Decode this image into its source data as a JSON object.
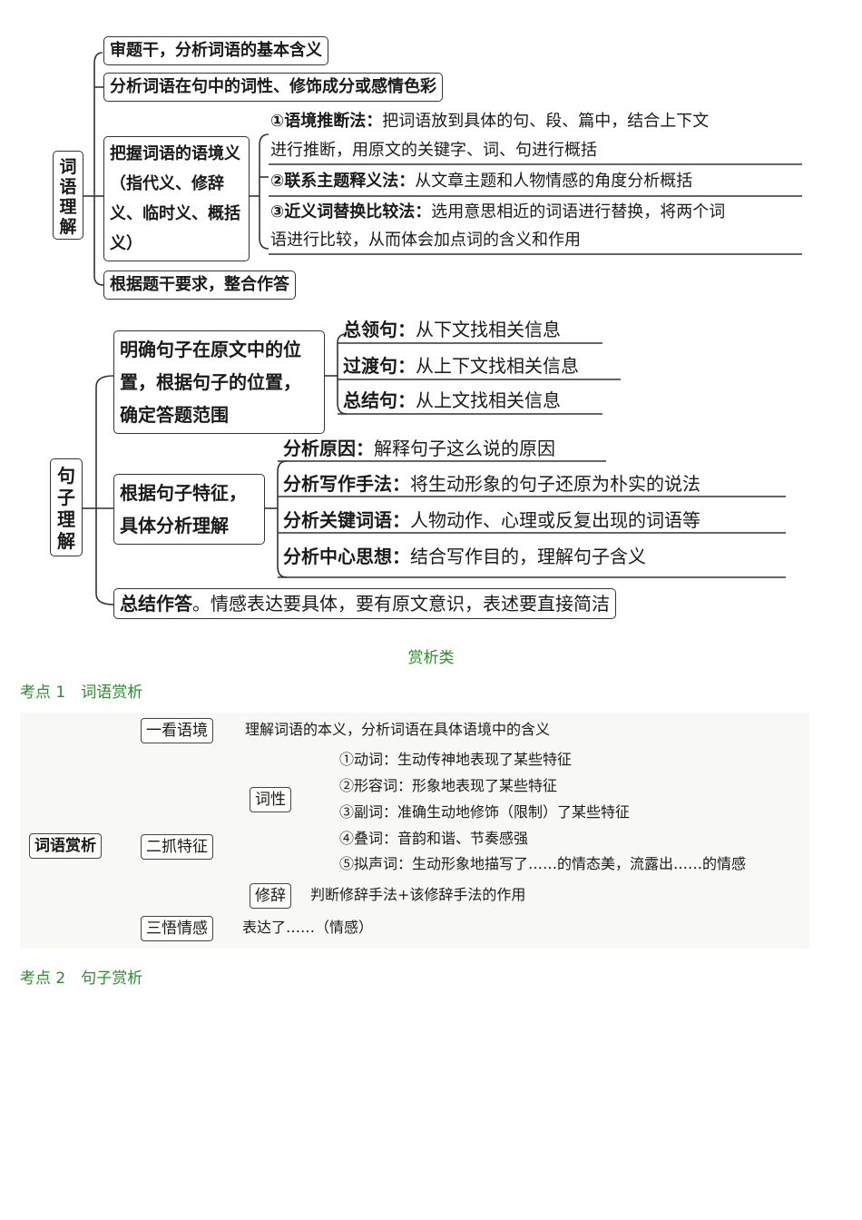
{
  "word_map": {
    "root": "词语理解",
    "step1": "审题干，分析词语的基本含义",
    "step2": "分析词语在句中的词性、修饰成分或感情色彩",
    "step3": "把握词语的语境义（指代义、修辞义、临时义、概括义）",
    "methods": [
      {
        "name": "①语境推断法：",
        "desc_line1": "把词语放到具体的句、段、篇中，结合上下文",
        "desc_line2": "进行推断，用原文的关键字、词、句进行概括"
      },
      {
        "name": "②联系主题释义法：",
        "desc_line1": "从文章主题和人物情感的角度分析概括",
        "desc_line2": ""
      },
      {
        "name": "③近义词替换比较法：",
        "desc_line1": "选用意思相近的词语进行替换，将两个词",
        "desc_line2": "语进行比较，从而体会加点词的含义和作用"
      }
    ],
    "step4": "根据题干要求，整合作答"
  },
  "sentence_map": {
    "root": "句子理解",
    "position_box": "明确句子在原文中的位置，根据句子的位置，确定答题范围",
    "position_leaves": [
      {
        "name": "总领句：",
        "desc": "从下文找相关信息"
      },
      {
        "name": "过渡句：",
        "desc": "从上下文找相关信息"
      },
      {
        "name": "总结句：",
        "desc": "从上文找相关信息"
      }
    ],
    "feature_box": "根据句子特征，具体分析理解",
    "feature_leaves": [
      {
        "name": "分析原因：",
        "desc": "解释句子这么说的原因"
      },
      {
        "name": "分析写作手法：",
        "desc": "将生动形象的句子还原为朴实的说法"
      },
      {
        "name": "分析关键词语：",
        "desc": "人物动作、心理或反复出现的词语等"
      },
      {
        "name": "分析中心思想：",
        "desc": "结合写作目的，理解句子含义"
      }
    ],
    "summary_name": "总结作答",
    "summary_desc": "。情感表达要具体，要有原文意识，表述要直接简洁"
  },
  "section_caption": "赏析类",
  "point1_title": "考点 1　词语赏析",
  "appreciation_map": {
    "root": "词语赏析",
    "branch1": "一看语境",
    "branch1_leaf": "理解词语的本义，分析词语在具体语境中的含义",
    "branch2": "二抓特征",
    "sub1": "词性",
    "sub1_leaves": [
      "①动词：生动传神地表现了某些特征",
      "②形容词：形象地表现了某些特征",
      "③副词：准确生动地修饰（限制）了某些特征",
      "④叠词：音韵和谐、节奏感强",
      "⑤拟声词：生动形象地描写了……的情态美，流露出……的情感"
    ],
    "sub2": "修辞",
    "sub2_leaf": "判断修辞手法+该修辞手法的作用",
    "branch3": "三悟情感",
    "branch3_leaf": "表达了……（情感）"
  },
  "point2_title": "考点 2　句子赏析"
}
